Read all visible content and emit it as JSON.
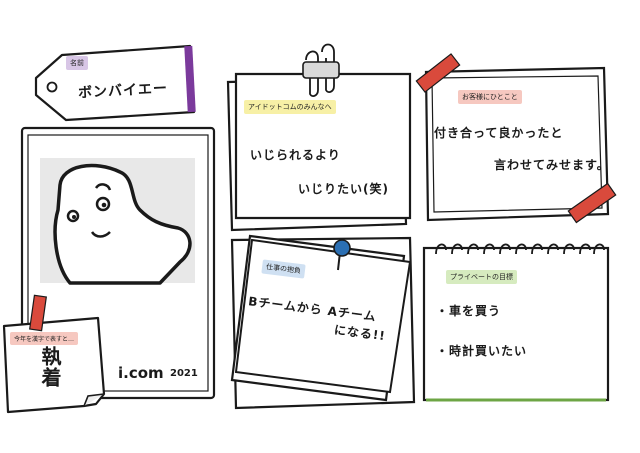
{
  "name_tag": {
    "label": "名前",
    "value": "ボンバイエー"
  },
  "photo": {
    "brand": "i.com",
    "year": "2021"
  },
  "kanji_note": {
    "label": "今年を漢字で表すと…",
    "value": "執着"
  },
  "note_team": {
    "label": "アイドットコムのみんなへ",
    "line1": "いじられるより",
    "line2": "いじりたい(笑)"
  },
  "note_customer": {
    "label": "お客様にひとこと",
    "line1": "付き合って良かったと",
    "line2": "言わせてみせます。"
  },
  "note_resolution": {
    "label": "仕事の抱負",
    "line1": "Bチームから Aチーム",
    "line2": "になる!!"
  },
  "note_private": {
    "label": "プライベートの目標",
    "item1": "・車を買う",
    "item2": "・時計買いたい"
  },
  "colors": {
    "purple": "#7b3a9c",
    "tape": "#d94a3c",
    "pin": "#2b6fb3",
    "green": "#6da544"
  }
}
